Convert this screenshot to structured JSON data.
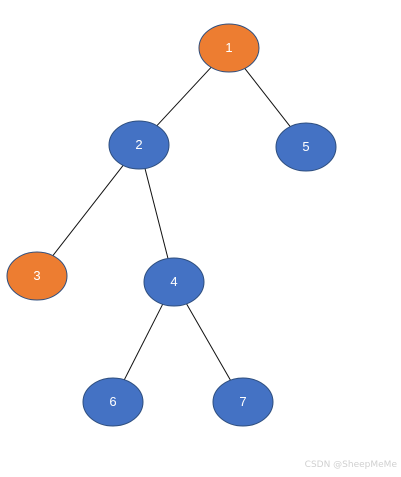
{
  "colors": {
    "orange": "#ed7d31",
    "blue": "#4472c4",
    "edge": "#111111",
    "label": "#ffffff"
  },
  "nodes": [
    {
      "id": "1",
      "label": "1",
      "color": "orange"
    },
    {
      "id": "2",
      "label": "2",
      "color": "blue"
    },
    {
      "id": "5",
      "label": "5",
      "color": "blue"
    },
    {
      "id": "3",
      "label": "3",
      "color": "orange"
    },
    {
      "id": "4",
      "label": "4",
      "color": "blue"
    },
    {
      "id": "6",
      "label": "6",
      "color": "blue"
    },
    {
      "id": "7",
      "label": "7",
      "color": "blue"
    }
  ],
  "edges": [
    {
      "from": "1",
      "to": "2"
    },
    {
      "from": "1",
      "to": "5"
    },
    {
      "from": "2",
      "to": "3"
    },
    {
      "from": "2",
      "to": "4"
    },
    {
      "from": "4",
      "to": "6"
    },
    {
      "from": "4",
      "to": "7"
    }
  ],
  "watermark": "CSDN @SheepMeMe"
}
